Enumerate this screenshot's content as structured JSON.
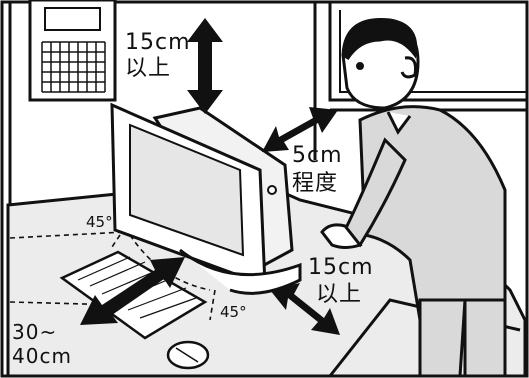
{
  "labels": {
    "top_clearance_value": "15cm",
    "top_clearance_suffix": "以上",
    "back_clearance_value": "5cm",
    "back_clearance_suffix": "程度",
    "side_clearance_value": "15cm",
    "side_clearance_suffix": "以上",
    "viewing_distance_1": "30~",
    "viewing_distance_2": "40cm",
    "tilt_angle_left": "45°",
    "tilt_angle_right": "45°"
  }
}
